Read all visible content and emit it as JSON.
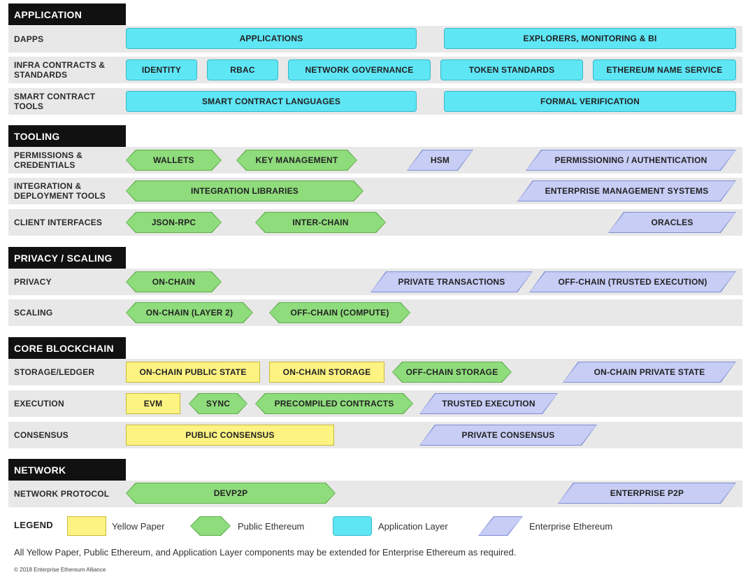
{
  "sections": {
    "application": "APPLICATION",
    "tooling": "TOOLING",
    "privacy_scaling": "PRIVACY / SCALING",
    "core_blockchain": "CORE BLOCKCHAIN",
    "network": "NETWORK"
  },
  "rows": {
    "dapps": {
      "label": "DAPPS",
      "items": [
        "APPLICATIONS",
        "EXPLORERS, MONITORING & BI"
      ]
    },
    "infra": {
      "label": "INFRA CONTRACTS & STANDARDS",
      "items": [
        "IDENTITY",
        "RBAC",
        "NETWORK GOVERNANCE",
        "TOKEN STANDARDS",
        "ETHEREUM NAME SERVICE"
      ]
    },
    "smart": {
      "label": "SMART  CONTRACT TOOLS",
      "items": [
        "SMART CONTRACT LANGUAGES",
        "FORMAL VERIFICATION"
      ]
    },
    "permissions": {
      "label": "PERMISSIONS & CREDENTIALS",
      "items": [
        "WALLETS",
        "KEY MANAGEMENT",
        "HSM",
        "PERMISSIONING / AUTHENTICATION"
      ]
    },
    "integration": {
      "label": "INTEGRATION & DEPLOYMENT TOOLS",
      "items": [
        "INTEGRATION LIBRARIES",
        "ENTERPRISE MANAGEMENT SYSTEMS"
      ]
    },
    "client": {
      "label": "CLIENT INTERFACES",
      "items": [
        "JSON-RPC",
        "INTER-CHAIN",
        "ORACLES"
      ]
    },
    "privacy": {
      "label": "PRIVACY",
      "items": [
        "ON-CHAIN",
        "PRIVATE TRANSACTIONS",
        "OFF-CHAIN (TRUSTED EXECUTION)"
      ]
    },
    "scaling": {
      "label": "SCALING",
      "items": [
        "ON-CHAIN (LAYER 2)",
        "OFF-CHAIN (COMPUTE)"
      ]
    },
    "storage": {
      "label": "STORAGE/LEDGER",
      "items": [
        "ON-CHAIN PUBLIC STATE",
        "ON-CHAIN STORAGE",
        "OFF-CHAIN STORAGE",
        "ON-CHAIN PRIVATE STATE"
      ]
    },
    "execution": {
      "label": "EXECUTION",
      "items": [
        "EVM",
        "SYNC",
        "PRECOMPILED CONTRACTS",
        "TRUSTED EXECUTION"
      ]
    },
    "consensus": {
      "label": "CONSENSUS",
      "items": [
        "PUBLIC CONSENSUS",
        "PRIVATE CONSENSUS"
      ]
    },
    "netproto": {
      "label": "NETWORK PROTOCOL",
      "items": [
        "DEVP2P",
        "ENTERPRISE P2P"
      ]
    }
  },
  "legend": {
    "title": "LEGEND",
    "yellow": "Yellow Paper",
    "green": "Public Ethereum",
    "app": "Application Layer",
    "enterprise": "Enterprise Ethereum"
  },
  "colors": {
    "yellow": "#fcf382",
    "green": "#8fdc7c",
    "app": "#5ee6f5",
    "enterprise": "#c7cdf5",
    "header": "#111111",
    "row": "#e8e8e8"
  },
  "note": "All Yellow Paper, Public Ethereum, and Application Layer components may be extended for Enterprise Ethereum as required.",
  "copyright": "© 2018 Enterprise Ethereum Alliance"
}
